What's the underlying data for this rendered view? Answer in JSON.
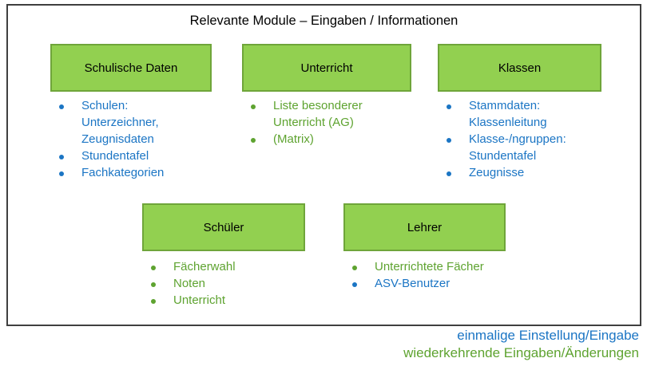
{
  "title": "Relevante Module – Eingaben / Informationen",
  "colors": {
    "box_fill": "#92d050",
    "box_border": "#6fa53a",
    "frame_border": "#3f3f3f",
    "einmalig_blue": "#1b75c4",
    "wiederkehrend_green": "#5ea330"
  },
  "modules": [
    {
      "label": "Schulische Daten",
      "items": [
        {
          "text": "Schulen:\nUnterzeichner,\nZeugnisdaten",
          "type": "einmalig"
        },
        {
          "text": "Stundentafel",
          "type": "einmalig"
        },
        {
          "text": "Fachkategorien",
          "type": "einmalig"
        }
      ]
    },
    {
      "label": "Unterricht",
      "items": [
        {
          "text": "Liste besonderer\nUnterricht (AG)",
          "type": "wiederkehrend"
        },
        {
          "text": "(Matrix)",
          "type": "wiederkehrend"
        }
      ]
    },
    {
      "label": "Klassen",
      "items": [
        {
          "text": "Stammdaten:\nKlassenleitung",
          "type": "einmalig"
        },
        {
          "text": "Klasse-/ngruppen:\nStundentafel",
          "type": "einmalig"
        },
        {
          "text": "Zeugnisse",
          "type": "einmalig"
        }
      ]
    },
    {
      "label": "Schüler",
      "items": [
        {
          "text": "Fächerwahl",
          "type": "wiederkehrend"
        },
        {
          "text": "Noten",
          "type": "wiederkehrend"
        },
        {
          "text": "Unterricht",
          "type": "wiederkehrend"
        }
      ]
    },
    {
      "label": "Lehrer",
      "items": [
        {
          "text": "Unterrichtete Fächer",
          "type": "wiederkehrend"
        },
        {
          "text": "ASV-Benutzer",
          "type": "einmalig"
        }
      ]
    }
  ],
  "legend": [
    {
      "text": "einmalige Einstellung/Eingabe",
      "type": "einmalig"
    },
    {
      "text": "wiederkehrende Eingaben/Änderungen",
      "type": "wiederkehrend"
    }
  ]
}
